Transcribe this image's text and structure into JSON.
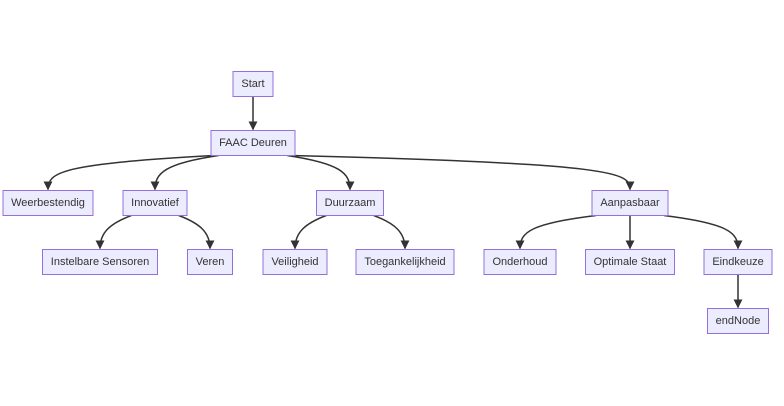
{
  "diagram": {
    "nodes": [
      {
        "id": "start",
        "label": "Start"
      },
      {
        "id": "faac",
        "label": "FAAC Deuren"
      },
      {
        "id": "weer",
        "label": "Weerbestendig"
      },
      {
        "id": "innov",
        "label": "Innovatief"
      },
      {
        "id": "duur",
        "label": "Duurzaam"
      },
      {
        "id": "aanp",
        "label": "Aanpasbaar"
      },
      {
        "id": "sens",
        "label": "Instelbare Sensoren"
      },
      {
        "id": "veren",
        "label": "Veren"
      },
      {
        "id": "veil",
        "label": "Veiligheid"
      },
      {
        "id": "toeg",
        "label": "Toegankelijkheid"
      },
      {
        "id": "onder",
        "label": "Onderhoud"
      },
      {
        "id": "opt",
        "label": "Optimale Staat"
      },
      {
        "id": "eind",
        "label": "Eindkeuze"
      },
      {
        "id": "endn",
        "label": "endNode"
      }
    ],
    "edges": [
      {
        "from": "start",
        "to": "faac"
      },
      {
        "from": "faac",
        "to": "weer"
      },
      {
        "from": "faac",
        "to": "innov"
      },
      {
        "from": "faac",
        "to": "duur"
      },
      {
        "from": "faac",
        "to": "aanp"
      },
      {
        "from": "innov",
        "to": "sens"
      },
      {
        "from": "innov",
        "to": "veren"
      },
      {
        "from": "duur",
        "to": "veil"
      },
      {
        "from": "duur",
        "to": "toeg"
      },
      {
        "from": "aanp",
        "to": "onder"
      },
      {
        "from": "aanp",
        "to": "opt"
      },
      {
        "from": "aanp",
        "to": "eind"
      },
      {
        "from": "eind",
        "to": "endn"
      }
    ],
    "colors": {
      "node_fill": "#ECECFF",
      "node_stroke": "#9370DB",
      "edge": "#333333",
      "text": "#333333"
    }
  }
}
